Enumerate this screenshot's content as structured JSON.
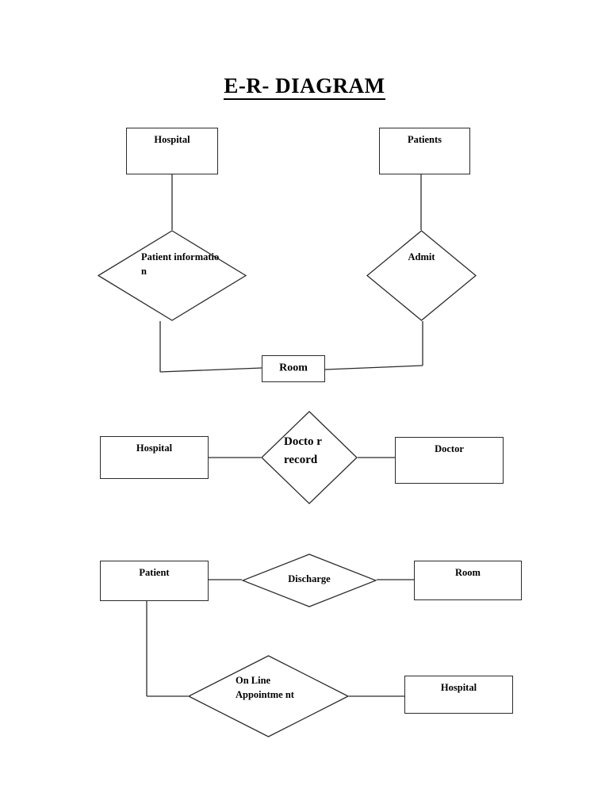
{
  "title": "E-R- DIAGRAM",
  "diagram": {
    "section1": {
      "hospital_entity": "Hospital",
      "patients_entity": "Patients",
      "patient_information_rel": "Patient informatio n",
      "admit_rel": "Admit",
      "room_entity": "Room"
    },
    "section2": {
      "hospital_entity": "Hospital",
      "doctor_record_rel": "Docto r record",
      "doctor_entity": "Doctor"
    },
    "section3": {
      "patient_entity": "Patient",
      "discharge_rel": "Discharge",
      "room_entity": "Room"
    },
    "section4": {
      "online_appointment_rel": "On Line Appointme nt",
      "hospital_entity": "Hospital"
    }
  },
  "colors": {
    "stroke": "#2b2b2b",
    "text": "#000000",
    "background": "#ffffff"
  }
}
